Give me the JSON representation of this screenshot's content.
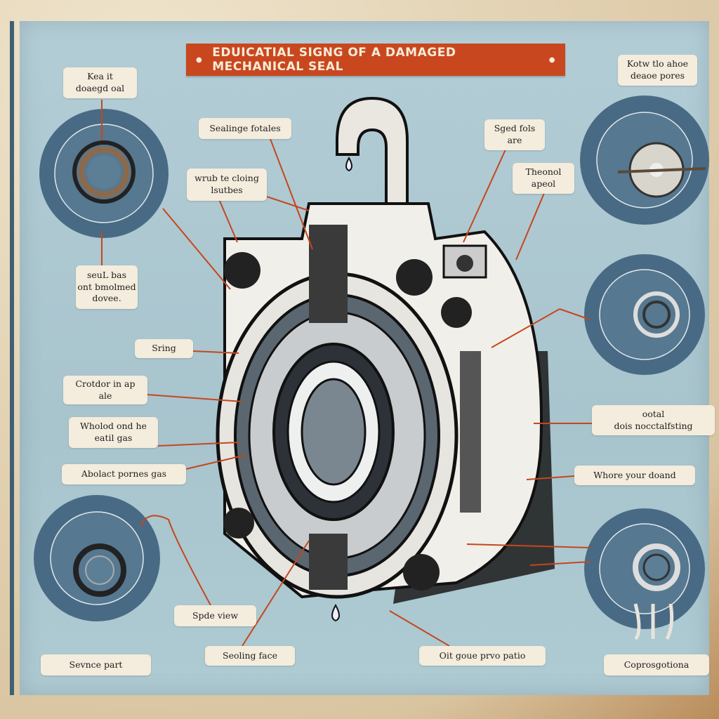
{
  "title": "EDUICATIAL SIGNG OF A DAMAGED MECHANICAL SEAL",
  "labels": {
    "top_left": "Kea it\ndoaegd oal",
    "mid_left": "seuL bas\nont bmolmed\ndovee.",
    "sealing_features": "Sealinge fotales",
    "wrub": "wrub te cloing\nlsutbes",
    "sged": "Sged fols\nare",
    "theonol": "Theonol\napeol",
    "top_right": "Kotw tlo ahoe\ndeaoe pores",
    "spring": "Sring",
    "crotdor": "Crotdor in ap\nale",
    "wholod": "Wholod ond he\neatil gas",
    "abolact": "Abolact pornes gas",
    "ootal": "ootal\ndois nocctalfsting",
    "whore": "Whore your doand",
    "side_view": "Spde view",
    "sealing_face": "Seoling face",
    "oit": "Oit goue prvo patio",
    "service_part": "Sevnce part",
    "coprosgotiona": "Coprosgotiona"
  },
  "colors": {
    "accent": "#c9471f",
    "panel": "#aac6cf",
    "circle": "#486a84",
    "label_bg": "#f4ecdc"
  }
}
